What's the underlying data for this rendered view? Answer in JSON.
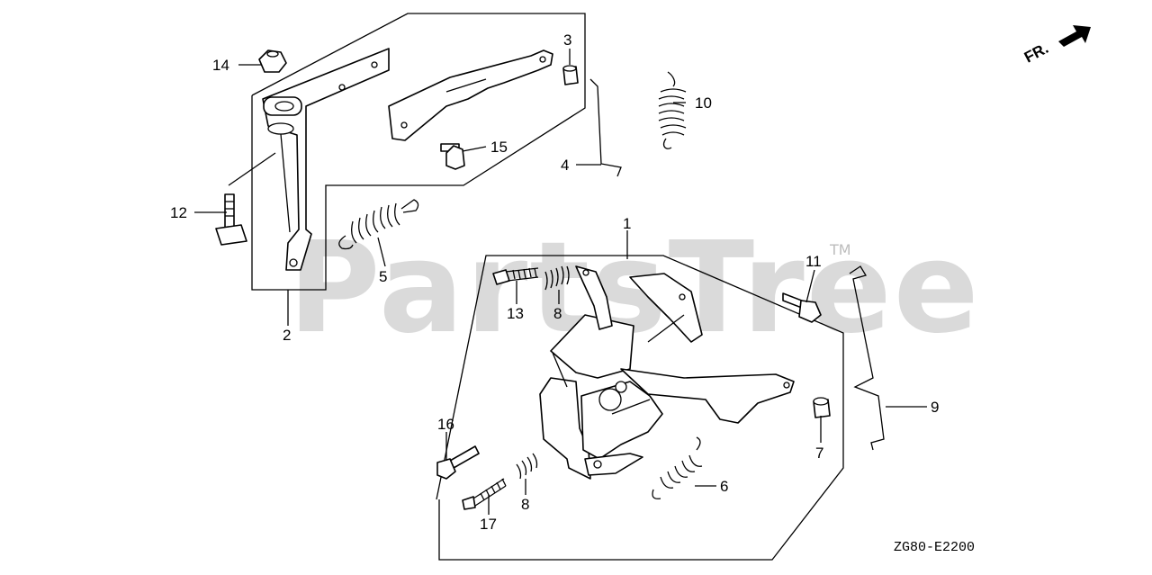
{
  "watermark": {
    "text": "PartsTree",
    "trademark": "TM"
  },
  "direction": {
    "label": "FR."
  },
  "drawing_code": "ZG80-E2200",
  "callouts": {
    "c1": "1",
    "c2": "2",
    "c3": "3",
    "c4": "4",
    "c5": "5",
    "c6": "6",
    "c7": "7",
    "c8a": "8",
    "c8b": "8",
    "c9": "9",
    "c10": "10",
    "c11": "11",
    "c12": "12",
    "c13": "13",
    "c14": "14",
    "c15": "15",
    "c16": "16",
    "c17": "17"
  }
}
